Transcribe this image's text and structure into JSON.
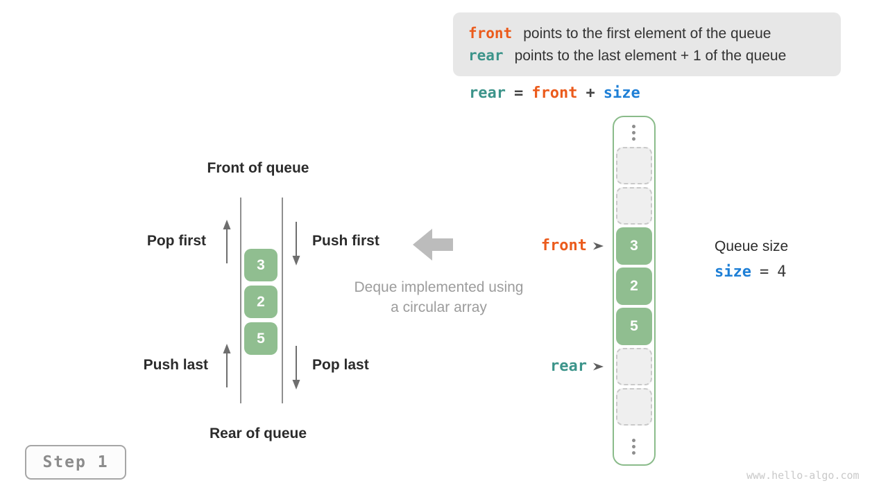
{
  "legend": {
    "rows": [
      {
        "keyword": "front",
        "description": "points to the first element of the queue"
      },
      {
        "keyword": "rear",
        "description": "points to the last element + 1 of the queue"
      }
    ]
  },
  "formula": {
    "rear": "rear",
    "eq": "=",
    "front": "front",
    "plus": "+",
    "size": "size"
  },
  "left_diagram": {
    "front_label": "Front of queue",
    "rear_label": "Rear of queue",
    "pop_first": "Pop first",
    "push_first": "Push first",
    "push_last": "Push last",
    "pop_last": "Pop last",
    "values": [
      "3",
      "2",
      "5"
    ]
  },
  "center_caption": {
    "line1": "Deque implemented using",
    "line2": "a circular array"
  },
  "array_panel": {
    "front_pointer": "front",
    "rear_pointer": "rear",
    "values": [
      "3",
      "2",
      "5"
    ]
  },
  "queue_size": {
    "title": "Queue size",
    "keyword": "size",
    "eq": "=",
    "value": "4"
  },
  "step_badge": {
    "label": "Step 1"
  },
  "watermark": "www.hello-algo.com",
  "colors": {
    "front_orange": "#eb5b1c",
    "rear_teal": "#3c948a",
    "size_blue": "#1e7fd6",
    "cell_green": "#90be90",
    "panel_border_green": "#8abb8a",
    "legend_bg": "#e7e7e7"
  }
}
